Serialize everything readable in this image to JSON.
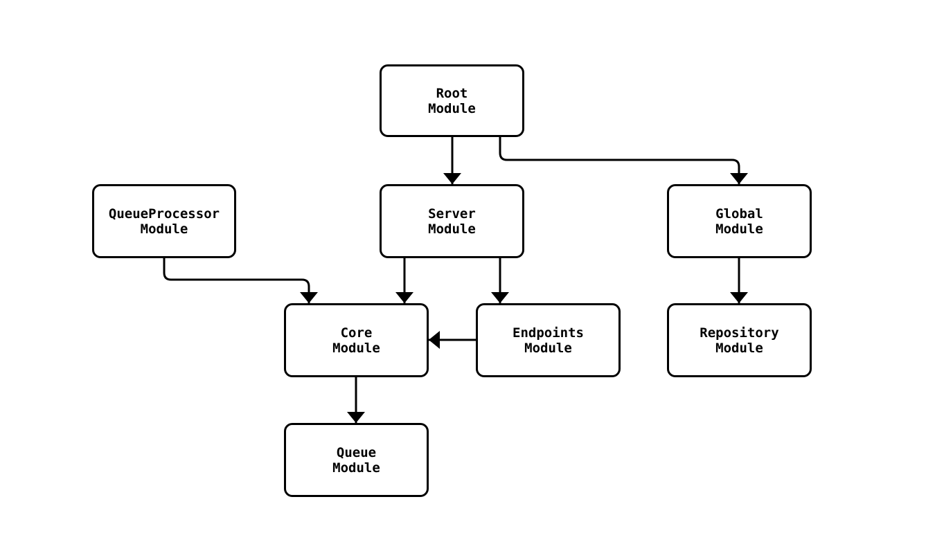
{
  "diagram": {
    "type": "flowchart",
    "nodes": [
      {
        "id": "root",
        "label": "Root\nModule"
      },
      {
        "id": "queueprocessor",
        "label": "QueueProcessor\nModule"
      },
      {
        "id": "server",
        "label": "Server\nModule"
      },
      {
        "id": "global",
        "label": "Global\nModule"
      },
      {
        "id": "core",
        "label": "Core\nModule"
      },
      {
        "id": "endpoints",
        "label": "Endpoints\nModule"
      },
      {
        "id": "repository",
        "label": "Repository\nModule"
      },
      {
        "id": "queue",
        "label": "Queue\nModule"
      }
    ],
    "edges": [
      {
        "from": "Root Module",
        "to": "Server Module"
      },
      {
        "from": "Root Module",
        "to": "Global Module"
      },
      {
        "from": "QueueProcessor Module",
        "to": "Core Module"
      },
      {
        "from": "Server Module",
        "to": "Core Module"
      },
      {
        "from": "Server Module",
        "to": "Endpoints Module"
      },
      {
        "from": "Endpoints Module",
        "to": "Core Module"
      },
      {
        "from": "Global Module",
        "to": "Repository Module"
      },
      {
        "from": "Core Module",
        "to": "Queue Module"
      }
    ]
  },
  "colors": {
    "background": "#ffffff",
    "node_fill": "#ffffff",
    "stroke": "#000000",
    "text": "#000000"
  }
}
